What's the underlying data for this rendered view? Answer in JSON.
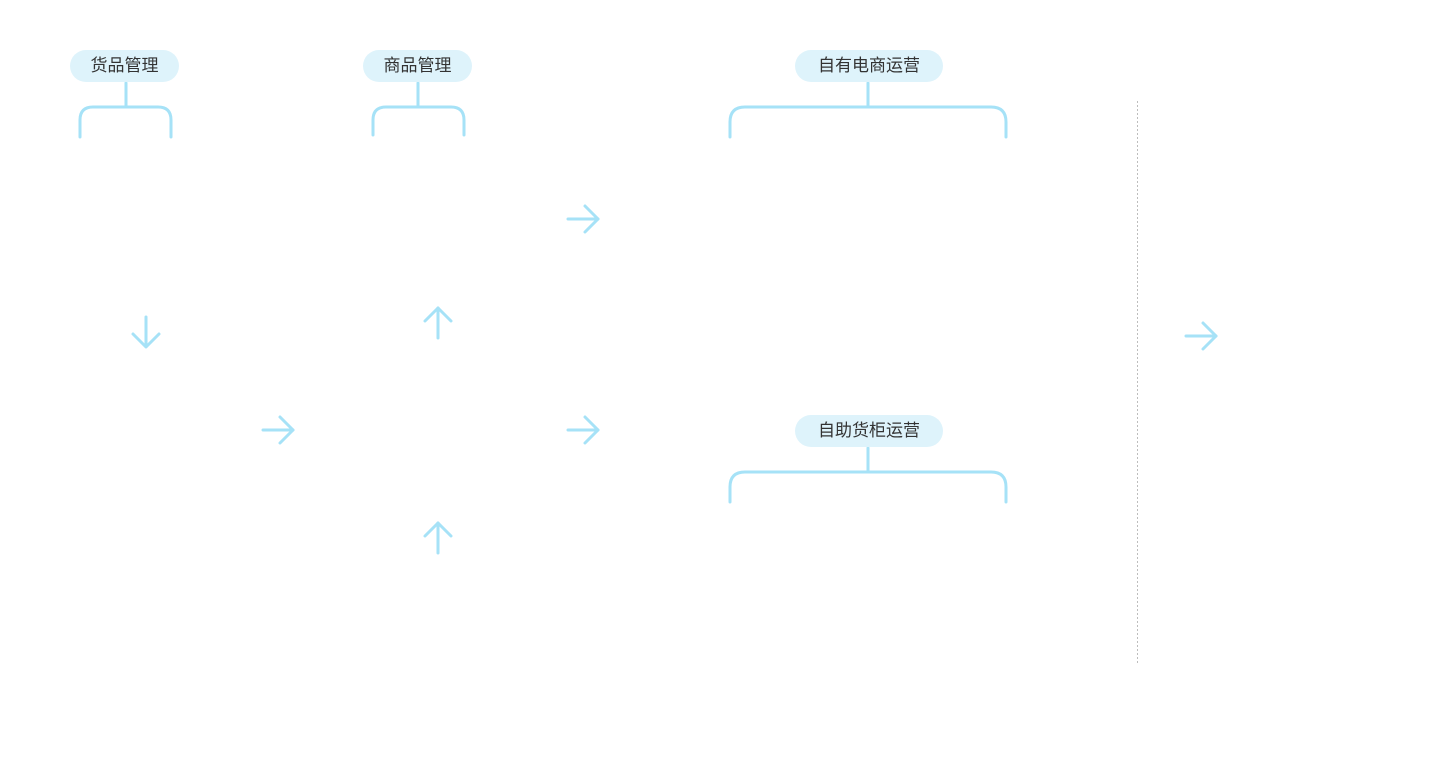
{
  "diagram": {
    "nodes": {
      "goods_management": "货品管理",
      "product_management": "商品管理",
      "own_ecommerce_ops": "自有电商运营",
      "self_service_cabinet_ops": "自助货柜运营"
    },
    "colors": {
      "accent": "#a6e2f7",
      "pill_background": "#def3fb",
      "text": "#333333",
      "divider": "#bdbdbd"
    },
    "icons": [
      "arrow-right-icon",
      "arrow-down-icon",
      "arrow-up-icon"
    ]
  }
}
